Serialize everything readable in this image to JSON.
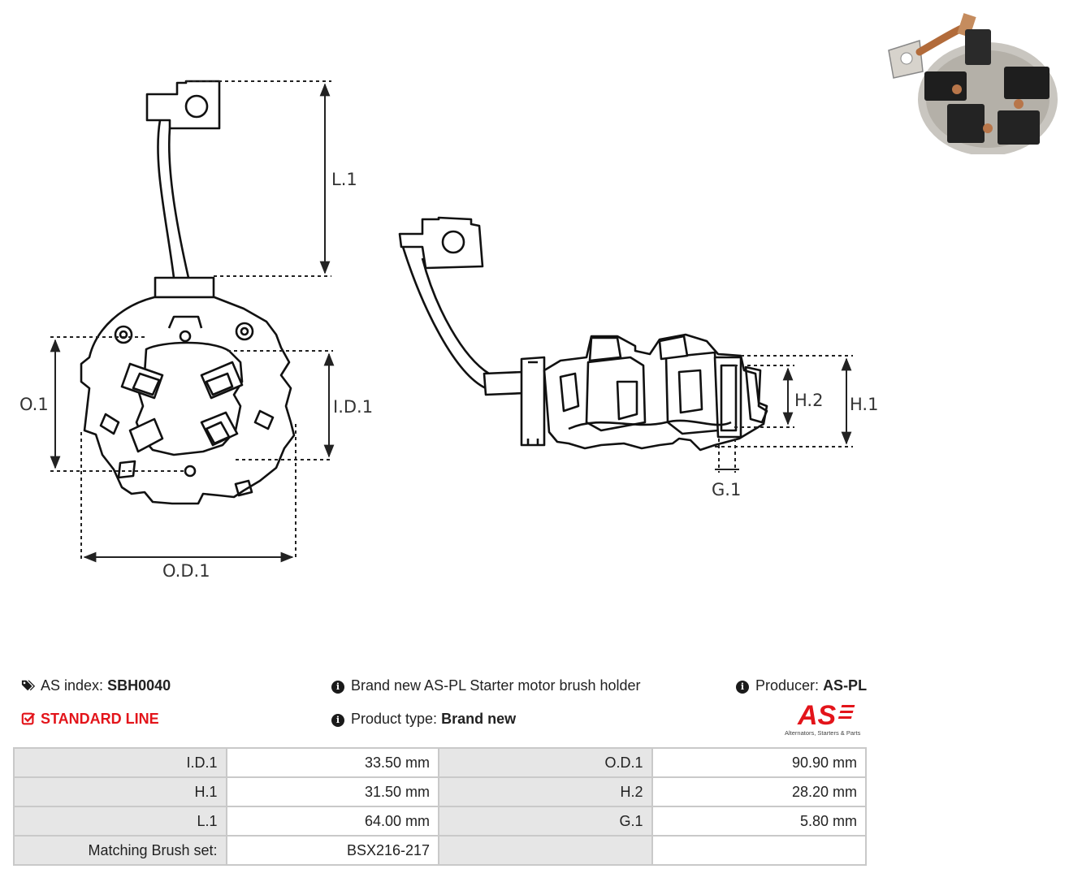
{
  "dimension_labels": {
    "l1": "L.1",
    "o1": "O.1",
    "id1": "I.D.1",
    "od1": "O.D.1",
    "h2": "H.2",
    "h1": "H.1",
    "g1": "G.1"
  },
  "info": {
    "index_label": "AS index:",
    "index_value": "SBH0040",
    "line": "STANDARD LINE",
    "description": "Brand new AS-PL Starter motor brush holder",
    "product_type_label": "Product type:",
    "product_type_value": "Brand new",
    "producer_label": "Producer:",
    "producer_value": "AS-PL"
  },
  "logo": {
    "mark": "AS",
    "tagline": "Alternators, Starters & Parts",
    "color": "#e3141a"
  },
  "specs": [
    {
      "label1": "I.D.1",
      "value1": "33.50 mm",
      "label2": "O.D.1",
      "value2": "90.90 mm"
    },
    {
      "label1": "H.1",
      "value1": "31.50 mm",
      "label2": "H.2",
      "value2": "28.20 mm"
    },
    {
      "label1": "L.1",
      "value1": "64.00 mm",
      "label2": "G.1",
      "value2": "5.80 mm"
    },
    {
      "label1": "Matching Brush set:",
      "value1": "BSX216-217",
      "label2": "",
      "value2": ""
    }
  ]
}
